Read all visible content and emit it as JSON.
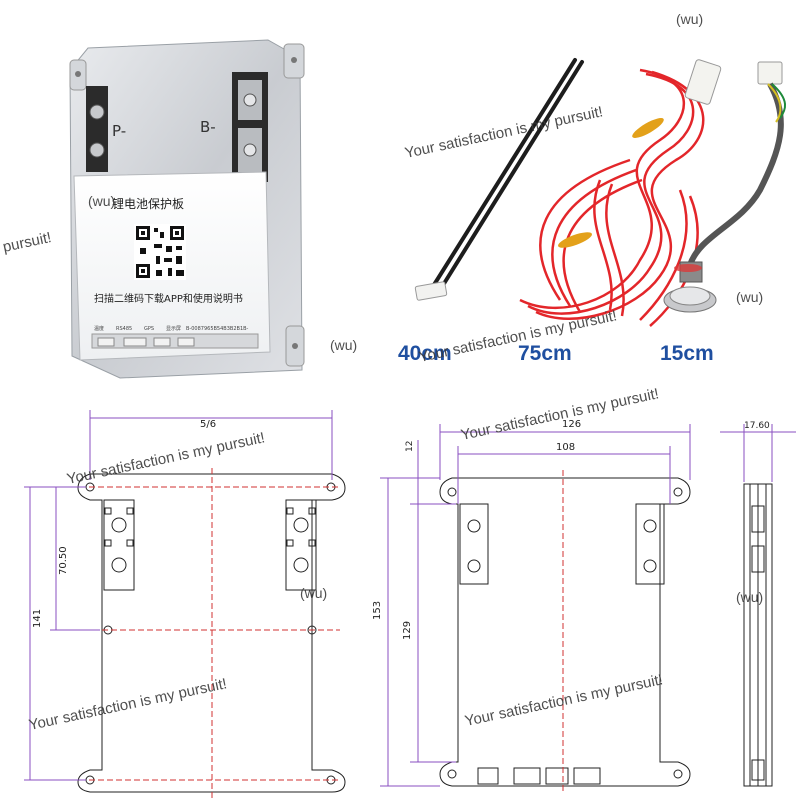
{
  "board": {
    "p_minus": "P-",
    "b_minus": "B-",
    "title_cn": "锂电池保护板",
    "scan_text_cn": "扫描二维码下载APP和使用说明书",
    "port_labels": [
      "温度",
      "RS485",
      "GPS",
      "显示屏"
    ],
    "serial": "B-0087965B54B3B2B1B-"
  },
  "cables": [
    {
      "length": "40cm",
      "color": "#1f4fa0"
    },
    {
      "length": "75cm",
      "color": "#1f4fa0"
    },
    {
      "length": "15cm",
      "color": "#1f4fa0"
    }
  ],
  "dimensions_front": {
    "width_top": "5/6",
    "hole_span": "70.50",
    "height": "141"
  },
  "dimensions_side": {
    "width_outer": "126",
    "width_inner": "108",
    "offset_top": "12",
    "height_outer": "153",
    "height_inner": "129",
    "thickness": "17.60"
  },
  "watermarks": {
    "slogan": "Your satisfaction is my pursuit!",
    "pursuit": "pursuit!",
    "tag": "(wu)"
  },
  "colors": {
    "dimension_line": "#8a4fc0",
    "center_line": "#d03030",
    "cable_label": "#1f4fa0",
    "watermark": "#3a3a3a"
  }
}
